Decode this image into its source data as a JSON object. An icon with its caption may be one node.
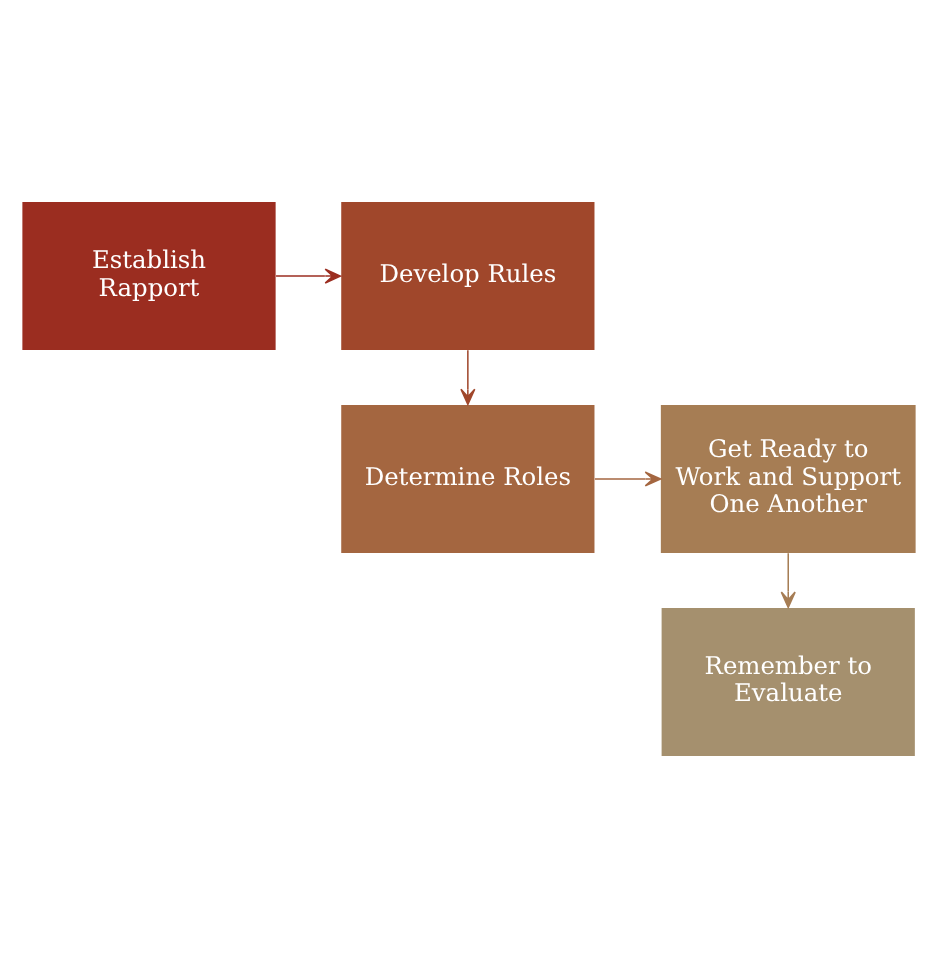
{
  "diagram": {
    "nodes": [
      {
        "text": [
          "Establish Rapport"
        ]
      },
      {
        "text": [
          "Develop Rules"
        ]
      },
      {
        "text": [
          "Determine Roles"
        ]
      },
      {
        "text": [
          "Get Ready to Work and Support One Another"
        ]
      },
      {
        "text": [
          "Remember to Evaluate"
        ]
      }
    ],
    "edges": [
      {
        "from": 0,
        "to": 1,
        "arrow": "to"
      },
      {
        "from": 1,
        "to": 2,
        "arrow": "to"
      },
      {
        "from": 2,
        "to": 3,
        "arrow": "to"
      },
      {
        "from": 3,
        "to": 4,
        "arrow": "to"
      }
    ]
  }
}
